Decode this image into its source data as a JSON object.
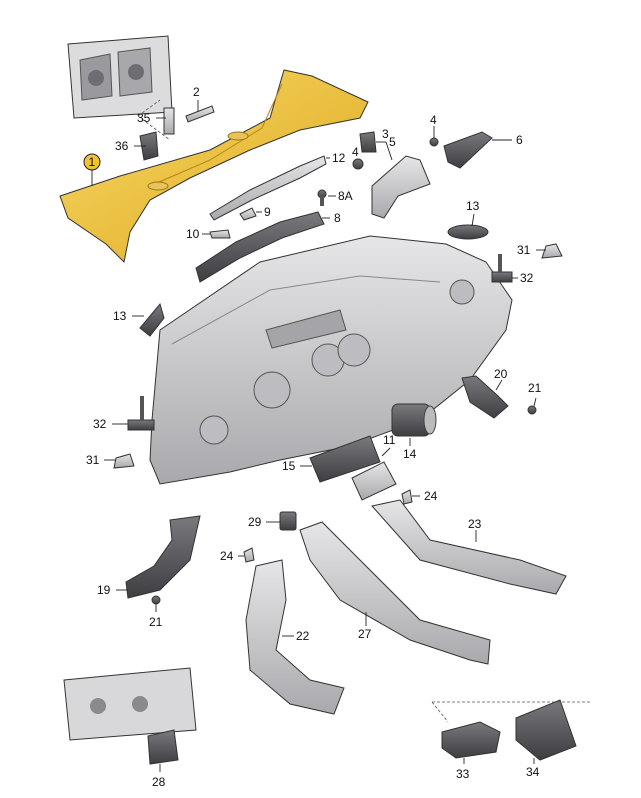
{
  "callouts": [
    {
      "id": "c2",
      "label": "2"
    },
    {
      "id": "c35",
      "label": "35"
    },
    {
      "id": "c36",
      "label": "36"
    },
    {
      "id": "c1",
      "label": "1"
    },
    {
      "id": "c3",
      "label": "3"
    },
    {
      "id": "c4a",
      "label": "4"
    },
    {
      "id": "c5",
      "label": "5"
    },
    {
      "id": "c4b",
      "label": "4"
    },
    {
      "id": "c6",
      "label": "6"
    },
    {
      "id": "c12",
      "label": "12"
    },
    {
      "id": "c8a",
      "label": "8A"
    },
    {
      "id": "c9",
      "label": "9"
    },
    {
      "id": "c8",
      "label": "8"
    },
    {
      "id": "c10",
      "label": "10"
    },
    {
      "id": "c13a",
      "label": "13"
    },
    {
      "id": "c31a",
      "label": "31"
    },
    {
      "id": "c32a",
      "label": "32"
    },
    {
      "id": "c13b",
      "label": "13"
    },
    {
      "id": "c20",
      "label": "20"
    },
    {
      "id": "c21a",
      "label": "21"
    },
    {
      "id": "c32b",
      "label": "32"
    },
    {
      "id": "c11",
      "label": "11"
    },
    {
      "id": "c14",
      "label": "14"
    },
    {
      "id": "c31b",
      "label": "31"
    },
    {
      "id": "c15",
      "label": "15"
    },
    {
      "id": "c24a",
      "label": "24"
    },
    {
      "id": "c29",
      "label": "29"
    },
    {
      "id": "c23",
      "label": "23"
    },
    {
      "id": "c24b",
      "label": "24"
    },
    {
      "id": "c19",
      "label": "19"
    },
    {
      "id": "c21b",
      "label": "21"
    },
    {
      "id": "c22",
      "label": "22"
    },
    {
      "id": "c27",
      "label": "27"
    },
    {
      "id": "c28",
      "label": "28"
    },
    {
      "id": "c33",
      "label": "33"
    },
    {
      "id": "c34",
      "label": "34"
    }
  ],
  "colors": {
    "highlight_part": "#f2c230",
    "gray_part": "#c9c9cc",
    "dark_part": "#555559",
    "callout_badge": "#f2c230"
  }
}
